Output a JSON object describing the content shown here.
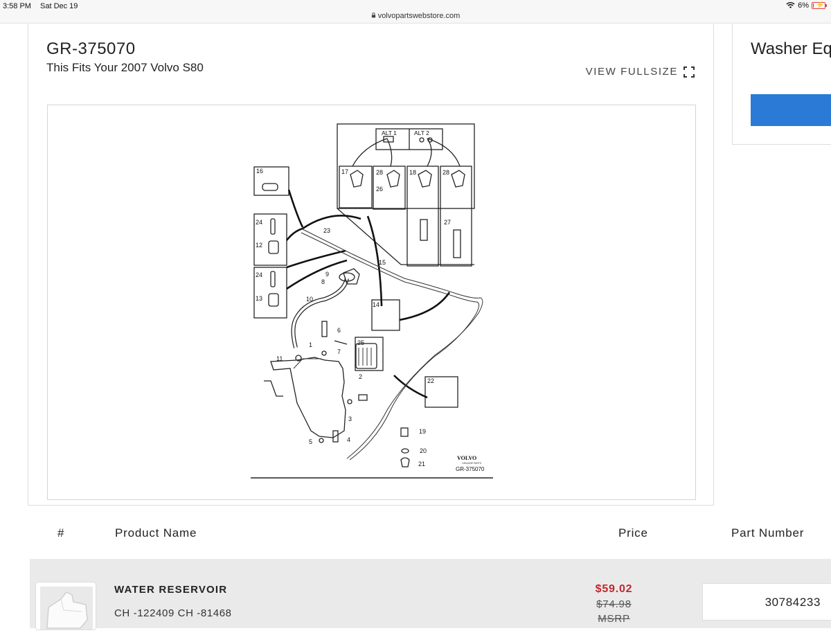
{
  "status_bar": {
    "time": "3:58 PM",
    "date": "Sat Dec 19",
    "url": "volvopartswebstore.com",
    "battery": "6%",
    "battery_level": 0.06
  },
  "detail": {
    "part_code": "GR-375070",
    "fits": "This Fits Your 2007 Volvo S80",
    "view_fullsize": "VIEW FULLSIZE"
  },
  "diagram": {
    "callouts": [
      "16",
      "24",
      "12",
      "24",
      "13",
      "23",
      "9",
      "8",
      "10",
      "1",
      "11",
      "6",
      "7",
      "25",
      "14",
      "15",
      "2",
      "3",
      "5",
      "4",
      "22",
      "19",
      "20",
      "21",
      "17",
      "28",
      "26",
      "18",
      "28",
      "27"
    ],
    "alt1": "ALT 1",
    "alt2": "ALT 2",
    "brand": "VOLVO",
    "brand_sub": "GENUINE PARTS",
    "ref": "GR-375070"
  },
  "side": {
    "title": "Washer Eq"
  },
  "table": {
    "headers": {
      "num": "#",
      "name": "Product Name",
      "price": "Price",
      "part_number": "Part Number"
    },
    "rows": [
      {
        "name": "WATER RESERVOIR",
        "codes": "CH -122409 CH -81468",
        "price": "$59.02",
        "old_price": "$74.98",
        "msrp": "MSRP",
        "part_number": "30784233"
      }
    ]
  },
  "colors": {
    "accent_blue": "#2b7bd6",
    "sale_red": "#c0282d"
  }
}
